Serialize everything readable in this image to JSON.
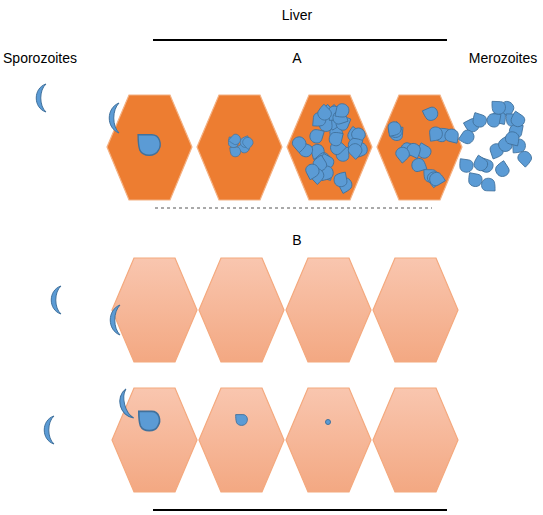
{
  "diagram": {
    "title": "Liver",
    "labels": [
      "Sporozoites",
      "A",
      "Merozoites",
      "B"
    ]
  }
}
